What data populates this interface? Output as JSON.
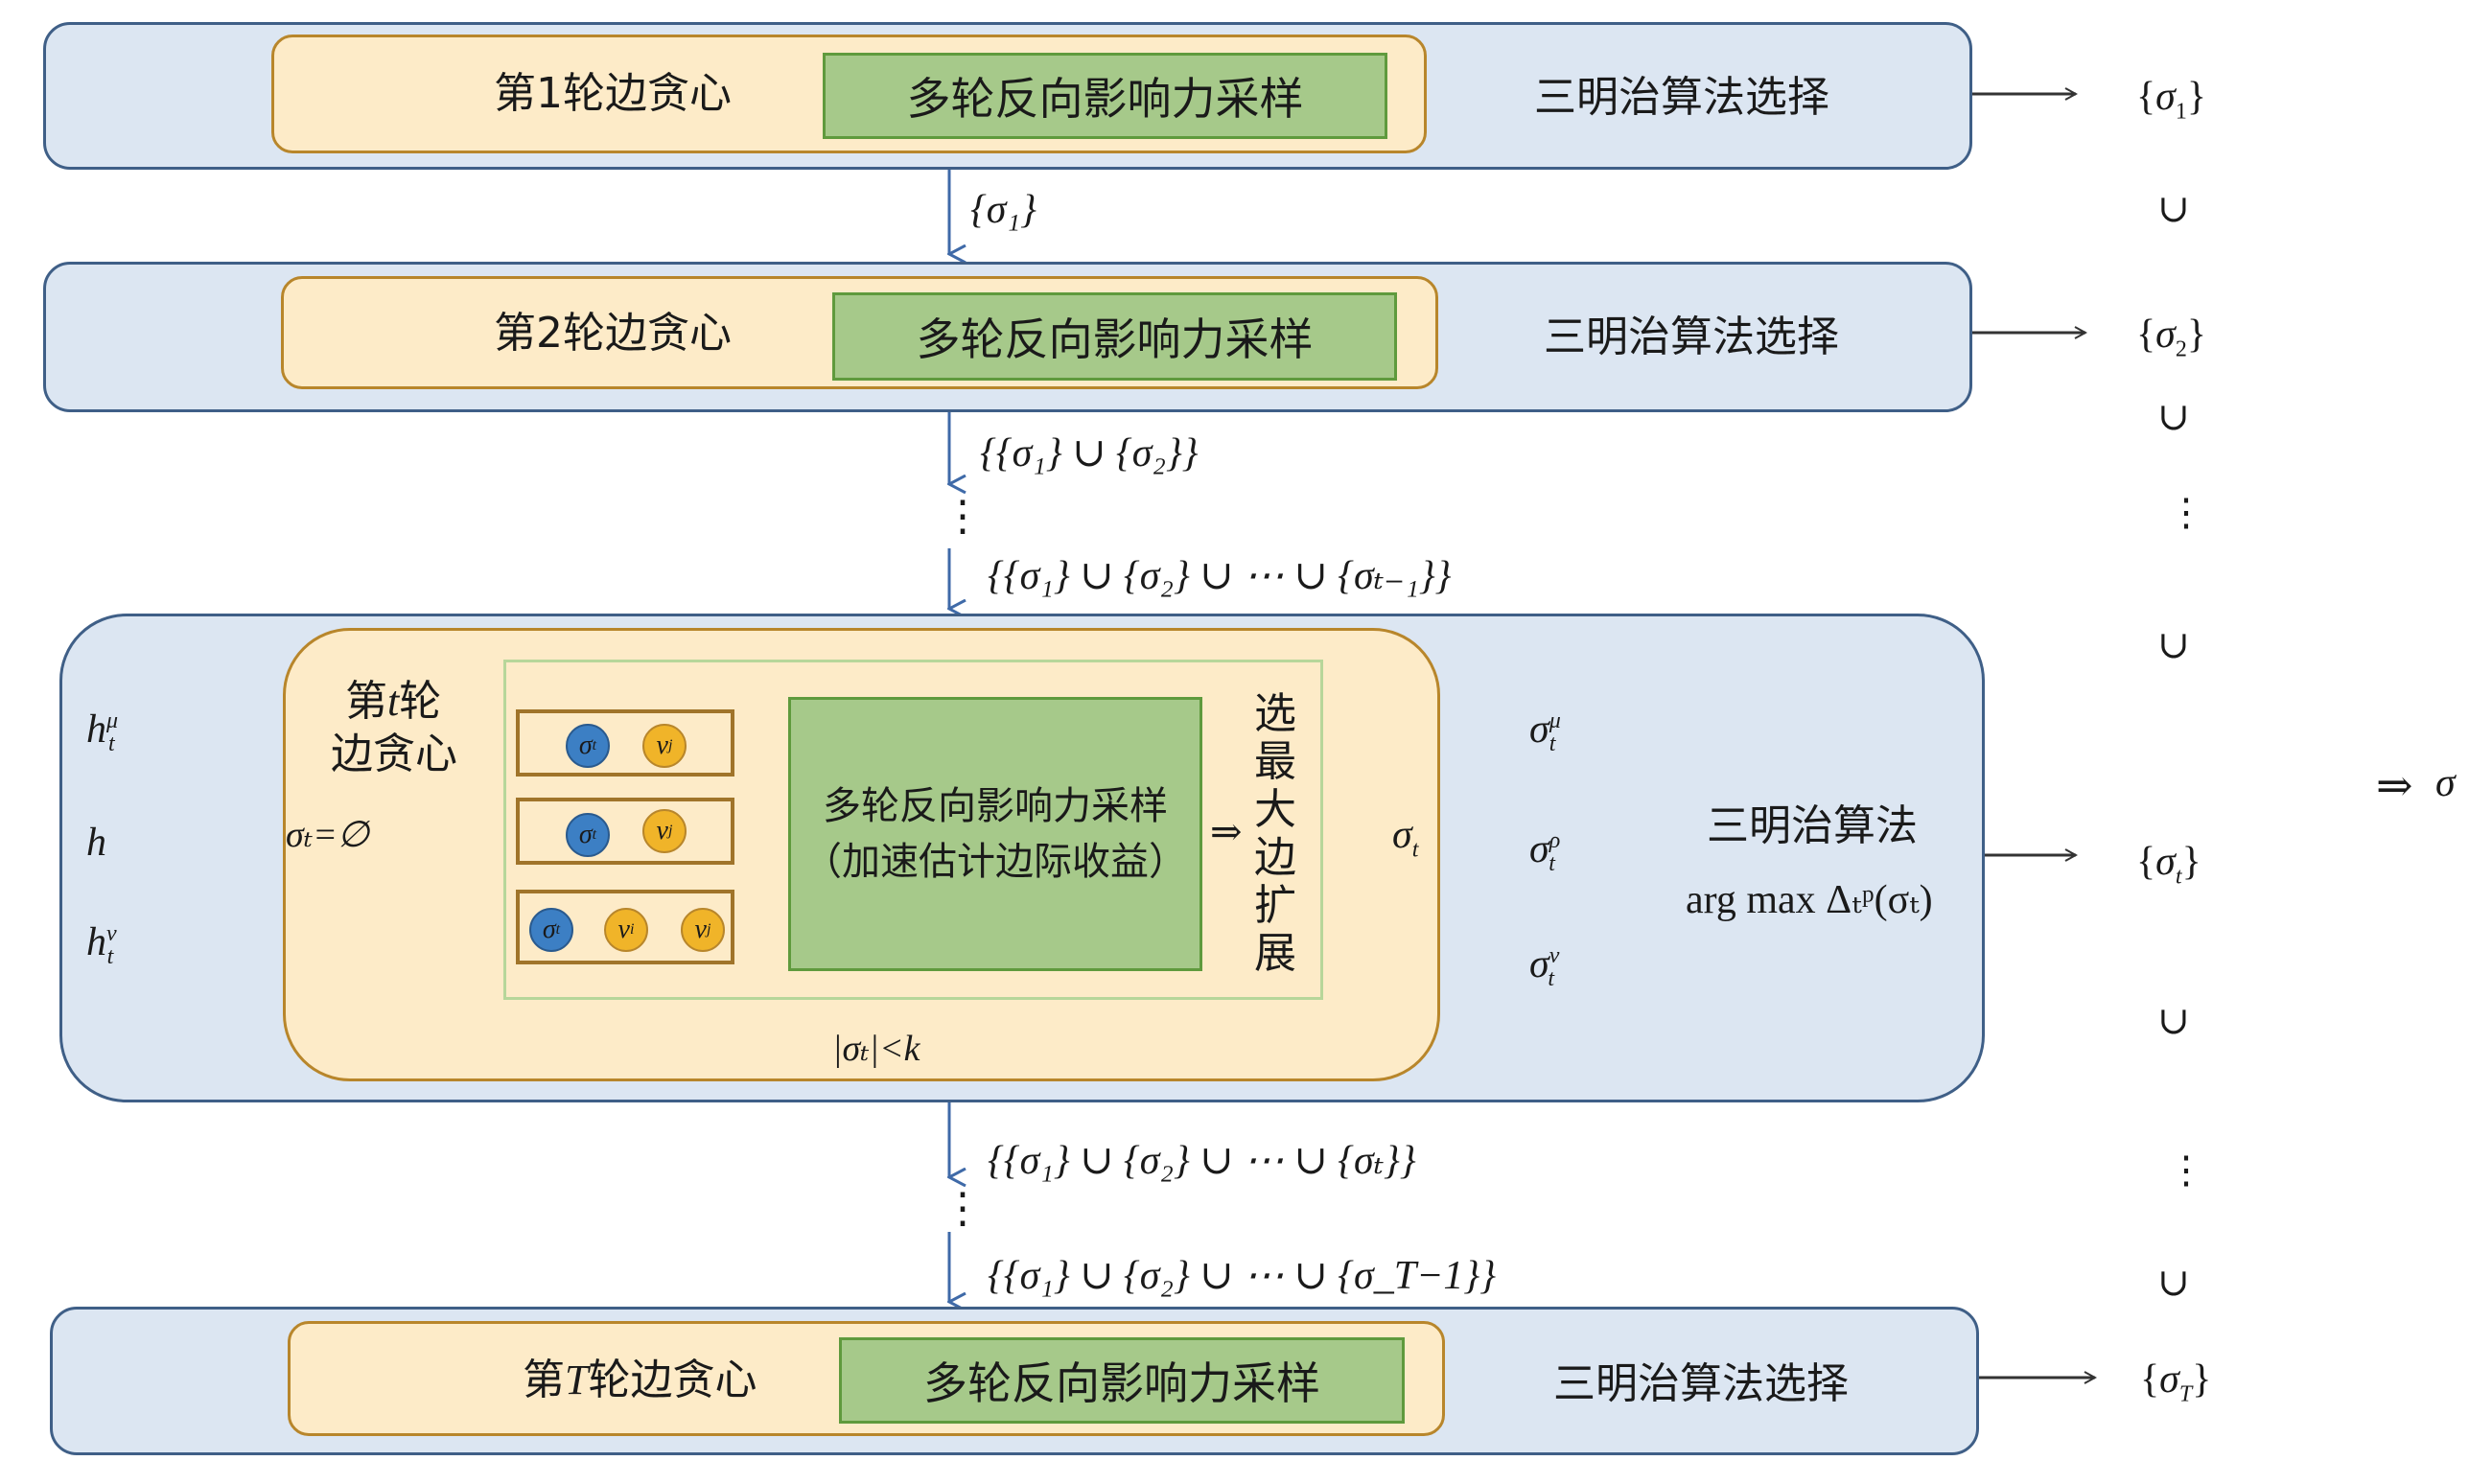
{
  "rounds": {
    "round1": {
      "title": "第1轮边贪心",
      "sampling": "多轮反向影响力采样",
      "select": "三明治算法选择",
      "output": "σ",
      "output_sub": "1"
    },
    "round2": {
      "title": "第2轮边贪心",
      "sampling": "多轮反向影响力采样",
      "select": "三明治算法选择",
      "output": "σ",
      "output_sub": "2"
    },
    "roundT": {
      "title_pre": "第",
      "title_var": "T",
      "title_post": "轮边贪心",
      "sampling": "多轮反向影响力采样",
      "select": "三明治算法选择",
      "output": "σ",
      "output_sub": "T"
    }
  },
  "transitions": {
    "t1": "{σ₁}",
    "t2": "{{σ₁} ∪ {σ₂}}",
    "t3": "{{σ₁} ∪ {σ₂} ∪ ⋯ ∪ {σₜ₋₁}}",
    "t4": "{{σ₁} ∪ {σ₂} ∪ ⋯ ∪ {σₜ}}",
    "t5": "{{σ₁} ∪ {σ₂} ∪ ⋯ ∪ {σ_T−1}}",
    "ellipsis": "⋮"
  },
  "detail": {
    "title_line1_pre": "第",
    "title_line1_var": "t",
    "title_line1_post": "轮",
    "title_line2": "边贪心",
    "inputs": [
      {
        "base": "h",
        "sub": "t",
        "sup": "μ"
      },
      {
        "base": "h",
        "sub": "",
        "sup": ""
      },
      {
        "base": "h",
        "sub": "t",
        "sup": "v"
      }
    ],
    "init": "σₜ=∅",
    "paths": [
      {
        "nodes": [
          {
            "label": "σ",
            "sub": "t",
            "color": "blue"
          },
          {
            "label": "v",
            "sub": "j",
            "color": "yellow"
          }
        ]
      },
      {
        "nodes": [
          {
            "label": "σ",
            "sub": "t",
            "color": "blue"
          },
          {
            "label": "v",
            "sub": "j",
            "color": "yellow"
          }
        ]
      },
      {
        "nodes": [
          {
            "label": "σ",
            "sub": "t",
            "color": "blue"
          },
          {
            "label": "v",
            "sub": "i",
            "color": "yellow"
          },
          {
            "label": "v",
            "sub": "j",
            "color": "yellow"
          }
        ]
      }
    ],
    "sampling_line1": "多轮反向影响力采样",
    "sampling_line2": "（加速估计边际收益）",
    "implies": "⇒",
    "select_max": "选最大边扩展",
    "result": "σ",
    "result_sub": "t",
    "loop_condition": "|σₜ|<k",
    "bounds": [
      {
        "base": "σ",
        "sub": "t",
        "sup": "μ"
      },
      {
        "base": "σ",
        "sub": "t",
        "sup": "ρ"
      },
      {
        "base": "σ",
        "sub": "t",
        "sup": "v"
      }
    ],
    "sandwich_title": "三明治算法",
    "sandwich_formula": "arg max Δₜᵖ(σₜ)",
    "output": "σ",
    "output_sub": "t"
  },
  "right_column": {
    "union": "∪",
    "ellipsis": "⋮",
    "final_implies": "⇒",
    "final_result": "σ"
  },
  "colors": {
    "outer_fill": "#dce6f2",
    "outer_border": "#3f5f87",
    "orange_fill": "#fdebc8",
    "orange_border": "#b8862b",
    "green_fill": "#a6c98a",
    "green_border": "#5f9a3d",
    "node_blue": "#3c7fc4",
    "node_yellow": "#f0b429",
    "arrow_blue": "#3f6aa8"
  }
}
